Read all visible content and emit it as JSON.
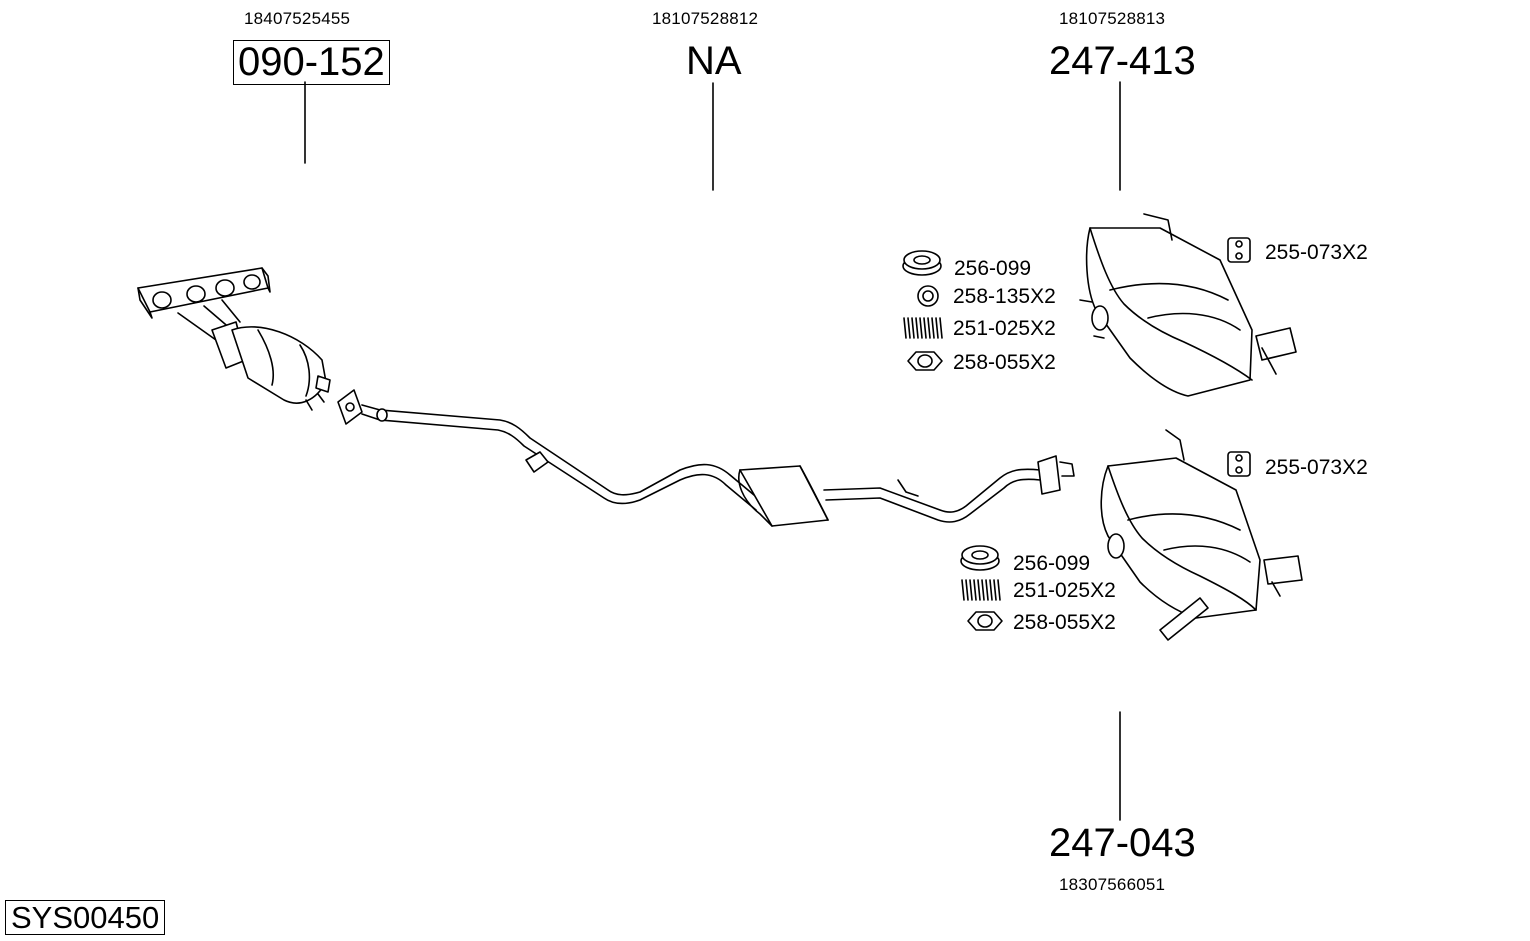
{
  "parts": {
    "p1": {
      "oe": "18407525455",
      "number": "090-152"
    },
    "p2": {
      "oe": "18107528812",
      "number": "NA"
    },
    "p3": {
      "oe": "18107528813",
      "number": "247-413"
    },
    "p4": {
      "oe": "18307566051",
      "number": "247-043"
    }
  },
  "accessories_top": [
    {
      "code": "256-099",
      "icon": "gasket-ring-icon"
    },
    {
      "code": "258-135X2",
      "icon": "small-ring-icon"
    },
    {
      "code": "251-025X2",
      "icon": "spring-icon"
    },
    {
      "code": "258-055X2",
      "icon": "hex-nut-icon"
    }
  ],
  "accessories_bottom": [
    {
      "code": "256-099",
      "icon": "gasket-ring-icon"
    },
    {
      "code": "251-025X2",
      "icon": "spring-icon"
    },
    {
      "code": "258-055X2",
      "icon": "hex-nut-icon"
    }
  ],
  "hanger_top": {
    "code": "255-073X2",
    "icon": "rubber-hanger-icon"
  },
  "hanger_bottom": {
    "code": "255-073X2",
    "icon": "rubber-hanger-icon"
  },
  "system_id": "SYS00450"
}
